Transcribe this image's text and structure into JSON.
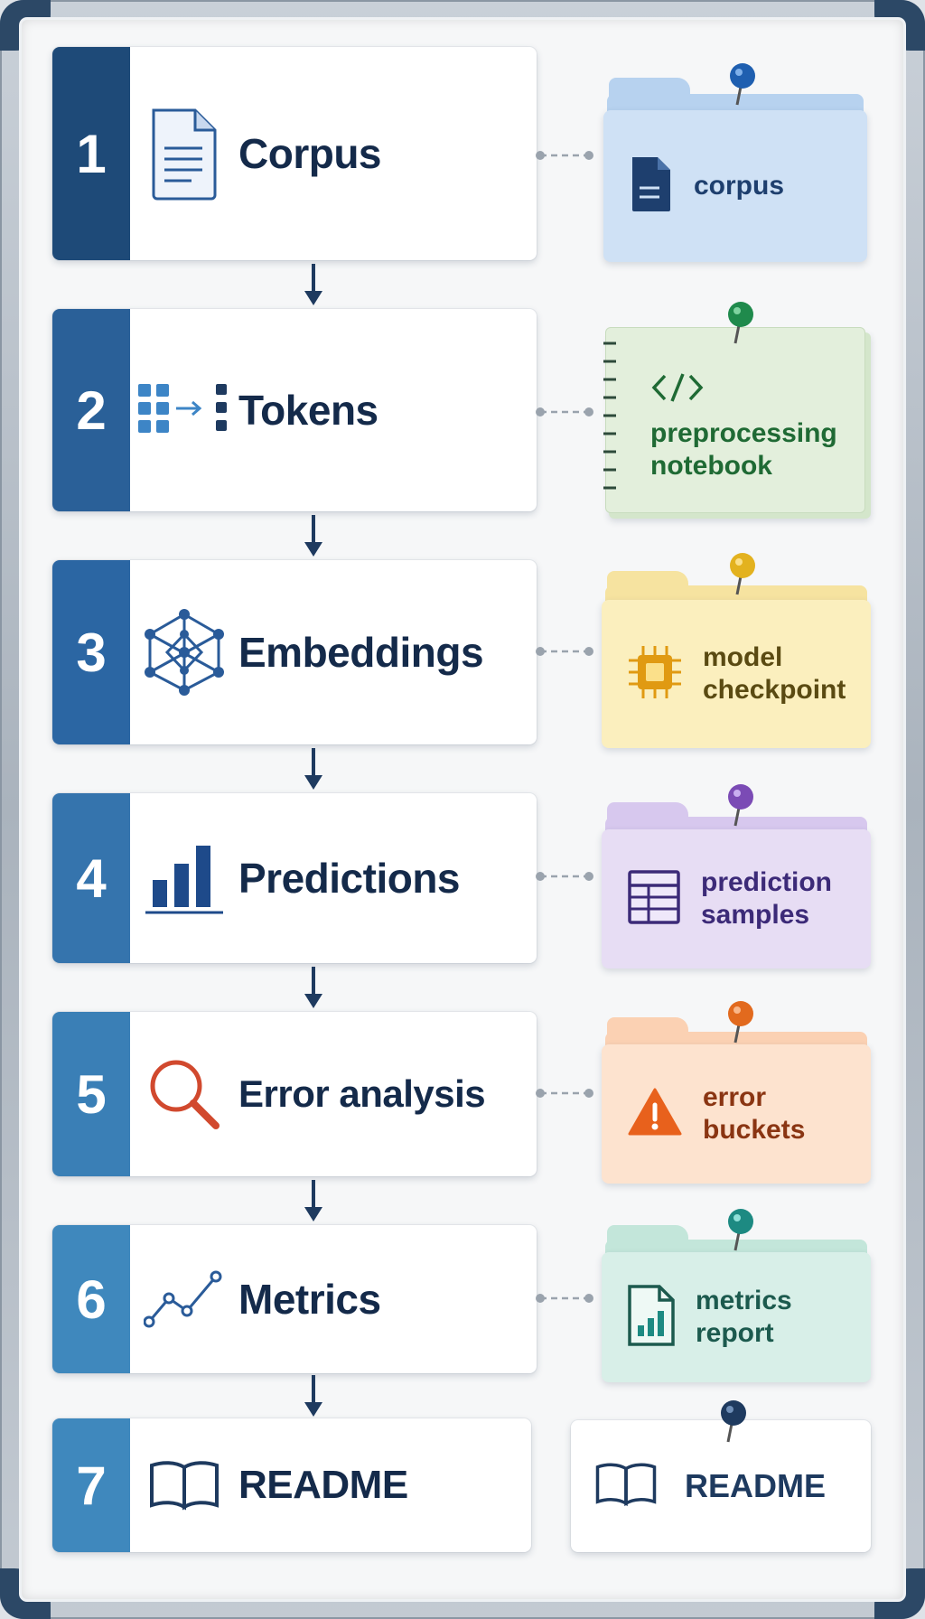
{
  "stages": [
    {
      "number": "1",
      "label": "Corpus",
      "num_color": "#1e4a78"
    },
    {
      "number": "2",
      "label": "Tokens",
      "num_color": "#2a6098"
    },
    {
      "number": "3",
      "label": "Embeddings",
      "num_color": "#2b66a3"
    },
    {
      "number": "4",
      "label": "Predictions",
      "num_color": "#3574ad"
    },
    {
      "number": "5",
      "label": "Error analysis",
      "num_color": "#3a7fb6"
    },
    {
      "number": "6",
      "label": "Metrics",
      "num_color": "#3f88bd"
    },
    {
      "number": "7",
      "label": "README",
      "num_color": "#3f88bd"
    }
  ],
  "artifacts": [
    {
      "label": "corpus",
      "text_color": "#1e3f6e",
      "bg": "#cfe1f5",
      "back": "#b7d2ef",
      "pin": "#1f5fb0",
      "icon": "document-icon"
    },
    {
      "label": "preprocessing notebook",
      "text_color": "#1f6a34",
      "bg": "#e3efdc",
      "back": "#d4e6cb",
      "pin": "#1f8a4c",
      "icon": "code-icon"
    },
    {
      "label": "model checkpoint",
      "text_color": "#5a4a12",
      "bg": "#fbefbe",
      "back": "#f6e3a0",
      "pin": "#e3b21f",
      "icon": "chip-icon"
    },
    {
      "label": "prediction samples",
      "text_color": "#3c2a78",
      "bg": "#e7ddf4",
      "back": "#d7c8ee",
      "pin": "#7b4bb5",
      "icon": "table-icon"
    },
    {
      "label": "error buckets",
      "text_color": "#8a3512",
      "bg": "#fde3cf",
      "back": "#fbd1b3",
      "pin": "#e26a1e",
      "icon": "warning-icon"
    },
    {
      "label": "metrics report",
      "text_color": "#1c5a4e",
      "bg": "#d8efe8",
      "back": "#c3e6da",
      "pin": "#1d8a82",
      "icon": "report-icon"
    },
    {
      "label": "README",
      "text_color": "#1e3a5f",
      "bg": "#ffffff",
      "back": "#ffffff",
      "pin": "#1e3a5f",
      "icon": "open-book-icon"
    }
  ]
}
